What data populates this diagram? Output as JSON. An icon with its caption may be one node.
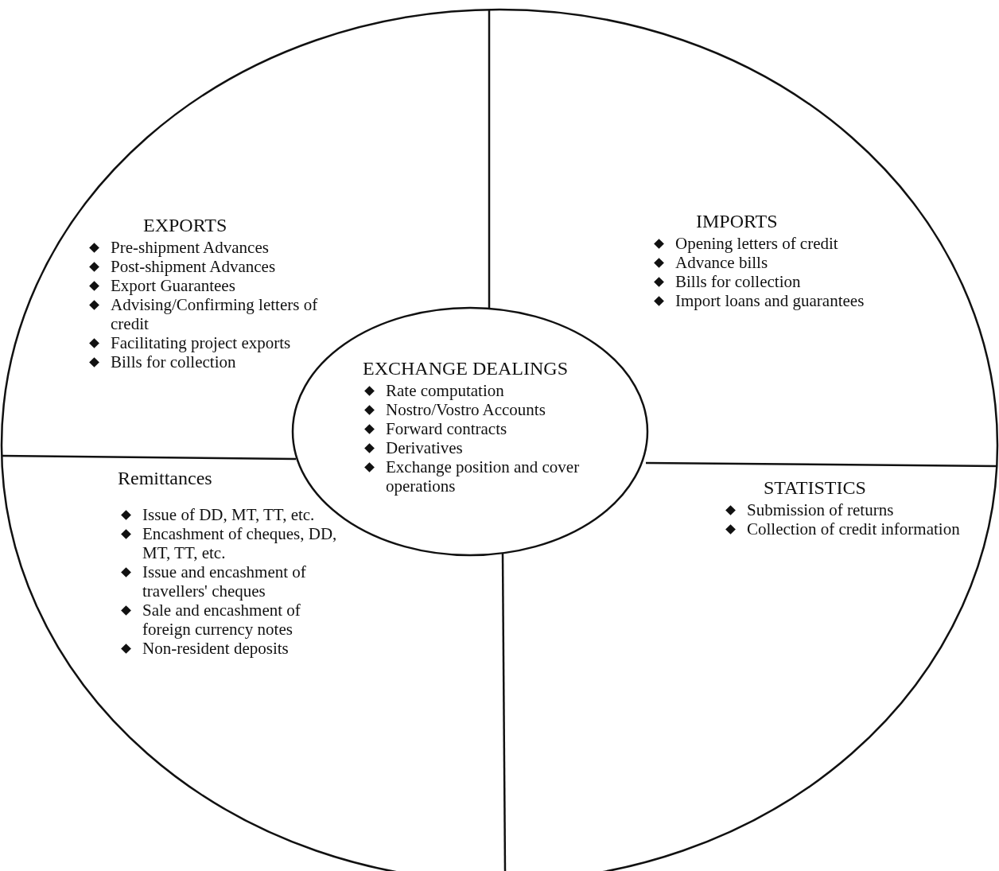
{
  "diagram": {
    "nodes": [
      {
        "text": [
          "EXPORTS",
          "Pre-shipment Advances",
          "Post-shipment Advances",
          "Export Guarantees",
          "Advising/Confirming letters of credit",
          "Facilitating project exports",
          "Bills for collection"
        ]
      },
      {
        "text": [
          "IMPORTS",
          "Opening letters of credit",
          "Advance bills",
          "Bills for collection",
          "Import loans and guarantees"
        ]
      },
      {
        "text": [
          "EXCHANGE DEALINGS",
          "Rate computation",
          "Nostro/Vostro Accounts",
          "Forward contracts",
          "Derivatives",
          "Exchange position and cover operations"
        ]
      },
      {
        "text": [
          "Remittances",
          "Issue of DD, MT, TT, etc.",
          "Encashment of cheques, DD, MT, TT, etc.",
          "Issue and encashment of travellers' cheques",
          "Sale and encashment of foreign currency notes",
          "Non-resident deposits"
        ]
      },
      {
        "text": [
          "STATISTICS",
          "Submission of returns",
          "Collection of credit information"
        ]
      }
    ]
  }
}
